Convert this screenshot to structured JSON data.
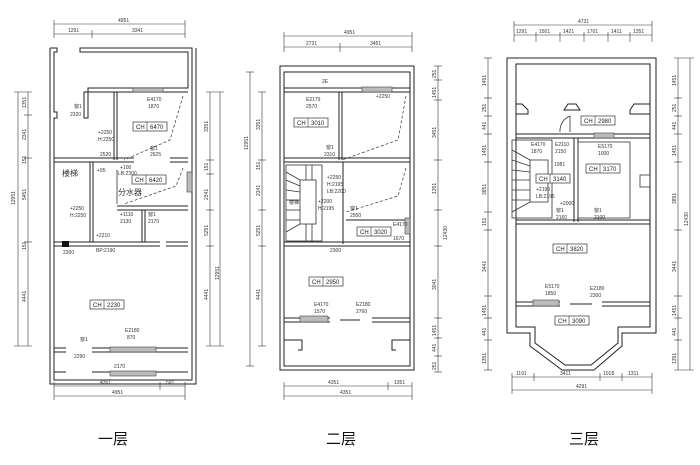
{
  "floors": [
    {
      "label": "一层",
      "top_dims": {
        "total": "4951",
        "parts": [
          "1291",
          "3341"
        ]
      },
      "bottom_dims": {
        "total": "4951",
        "parts": [
          "4351",
          "591"
        ]
      },
      "left_dims": {
        "total": "12951",
        "parts": [
          "1351",
          "2341",
          "151",
          "5451",
          "151",
          "4441"
        ]
      },
      "right_dims": {
        "total": "12951",
        "parts": [
          "3351",
          "151",
          "2341",
          "5251",
          "4441"
        ]
      },
      "room_tags": [
        {
          "code": "CH",
          "value": "6470"
        },
        {
          "code": "CH",
          "value": "6420"
        },
        {
          "code": "CH",
          "value": "2230"
        }
      ],
      "notes": [
        "窗1",
        "2320",
        "窗1",
        "2625",
        "2520",
        "+2250",
        "H:2250",
        "+2250",
        "H:2250",
        "楼梯",
        "+95",
        "+100",
        "LB:2300",
        "+2210",
        "BP:2190",
        "2300",
        "窗1",
        "2170",
        "+1110",
        "2130",
        "窗1",
        "2290",
        "2170",
        "E2180",
        "870",
        "E4170",
        "1870"
      ],
      "equipment_label": "分水器"
    },
    {
      "label": "二层",
      "top_dims": {
        "total": "4951",
        "parts": [
          "2731",
          "3451"
        ]
      },
      "bottom_dims": {
        "total": "4351",
        "parts": [
          "4351",
          "1351"
        ]
      },
      "left_dims": {
        "total": "12951",
        "parts": [
          "3351",
          "151",
          "2341",
          "5251",
          "4441"
        ]
      },
      "right_dims": {
        "total": "12430",
        "parts": [
          "251",
          "1451",
          "3451",
          "1351",
          "3041",
          "1451",
          "441",
          "251"
        ]
      },
      "room_tags": [
        {
          "code": "CH",
          "value": "3010"
        },
        {
          "code": "CH",
          "value": "3020"
        },
        {
          "code": "CH",
          "value": "2950"
        }
      ],
      "notes": [
        "2E",
        "窗1",
        "2310",
        "楼梯",
        "+2200",
        "H:2195",
        "LB:2200",
        "+2250",
        "H:2195",
        "窗1",
        "2950",
        "2300",
        "E4170",
        "1570",
        "E2179",
        "2570",
        "E2180",
        "2760",
        "E4170",
        "1670",
        "+2250"
      ],
      "equipment_label": ""
    },
    {
      "label": "三层",
      "top_dims": {
        "total": "4731",
        "parts": [
          "1291",
          "1501",
          "1421",
          "1701",
          "1411",
          "1351"
        ]
      },
      "bottom_dims": {
        "total": "4291",
        "parts": [
          "1191",
          "3411",
          "1018",
          "1311"
        ]
      },
      "left_dims": {
        "total": "",
        "parts": [
          "1451",
          "251",
          "441",
          "1451",
          "3851",
          "151",
          "3441",
          "1451",
          "441",
          "1351"
        ]
      },
      "right_dims": {
        "total": "12430",
        "parts": [
          "1451",
          "251",
          "441",
          "1451",
          "3851",
          "3441",
          "1451",
          "441",
          "1351"
        ]
      },
      "room_tags": [
        {
          "code": "CH",
          "value": "2980"
        },
        {
          "code": "CH",
          "value": "3140"
        },
        {
          "code": "CH",
          "value": "3170"
        },
        {
          "code": "CH",
          "value": "3820"
        },
        {
          "code": "CH",
          "value": "3090"
        }
      ],
      "notes": [
        "E4170",
        "1870",
        "E2110",
        "2150",
        "E5170",
        "1000",
        "1081",
        "+2190",
        "LB:2195",
        "+2000",
        "窗1",
        "2160",
        "窗1",
        "2100",
        "E5170",
        "1850",
        "E2180",
        "2300"
      ],
      "equipment_label": ""
    }
  ]
}
